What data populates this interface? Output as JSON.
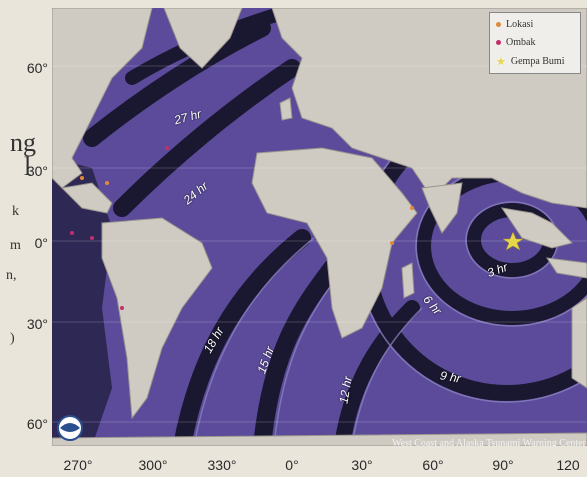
{
  "legend": {
    "items": [
      {
        "label": "Lokasi",
        "color": "#e08a3c"
      },
      {
        "label": "Ombak",
        "color": "#c0306a"
      },
      {
        "label": "Gempa Bumi",
        "color": "#e8d64a"
      }
    ]
  },
  "travel_time_labels": [
    "27 hr",
    "24 hr",
    "18 hr",
    "15 hr",
    "12 hr",
    "9 hr",
    "6 hr",
    "3 hr"
  ],
  "latitude_labels": [
    "60°",
    "30°",
    "0°",
    "30°",
    "60°"
  ],
  "longitude_labels": [
    "270°",
    "300°",
    "330°",
    "0°",
    "30°",
    "60°",
    "90°",
    "120"
  ],
  "credit": "West Coast and Alaska Tsunami Warning Center",
  "news_fragments": [
    "ng",
    "l",
    "k",
    "m",
    "n,",
    ")"
  ],
  "colors": {
    "ocean": "#5b4b9a",
    "ocean_dark": "#2b2453",
    "land": "#cfcbc3",
    "band_dark": "#1a1730"
  }
}
